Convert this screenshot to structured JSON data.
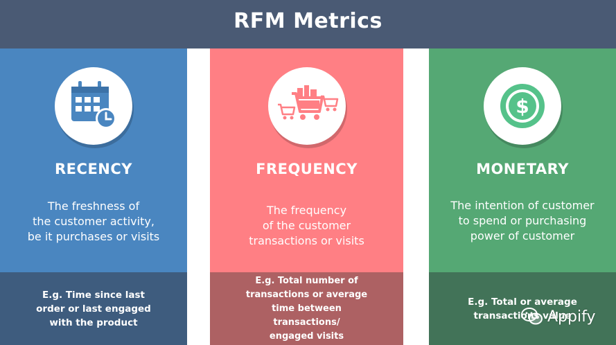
{
  "header": {
    "title": "RFM Metrics",
    "bg": "#4a5a74"
  },
  "columns": [
    {
      "title": "RECENCY",
      "desc": [
        "The freshness of",
        "the customer activity,",
        "be it purchases or visits"
      ],
      "example": [
        "E.g. Time since last",
        "order or last engaged",
        "with the product"
      ],
      "icon": "calendar-clock-icon",
      "top_color": "#4a86c0",
      "bottom_color": "#3e5c7e"
    },
    {
      "title": "FREQUENCY",
      "desc": [
        "The frequency",
        "of the customer",
        "transactions or visits"
      ],
      "example": [
        "E.g. Total number of",
        "transactions or average",
        "time between transactions/",
        "engaged visits"
      ],
      "icon": "shopping-carts-icon",
      "top_color": "#ff7f84",
      "bottom_color": "#ad6163"
    },
    {
      "title": "MONETARY",
      "desc": [
        "The intention of customer",
        "to spend or purchasing",
        "power of customer"
      ],
      "example": [
        "E.g. Total or average",
        "transactions value"
      ],
      "icon": "dollar-coin-icon",
      "top_color": "#55a874",
      "bottom_color": "#427358"
    }
  ],
  "watermark": {
    "text": "Appify",
    "icon": "wechat-icon"
  }
}
